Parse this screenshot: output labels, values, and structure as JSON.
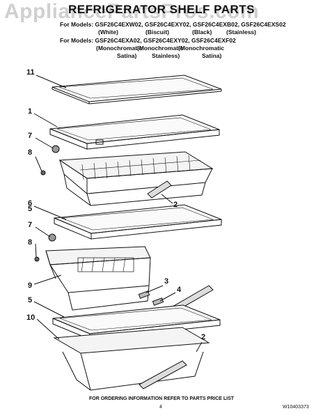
{
  "title": "REFRIGERATOR SHELF PARTS",
  "watermark": "AppliancePartsPros.com",
  "models_line1": "For Models: GSF26C4EXW02, GSF26C4EXY02, GSF26C4EXB02, GSF26C4EXS02",
  "models_line1_colors": [
    "(White)",
    "(Biscuit)",
    "(Black)",
    "(Stainless)"
  ],
  "models_line2": "For Models: GSF26C4EXA02, GSF26C4EXY02, GSF26C4EXF02",
  "models_line2_sub1": [
    "(Monochromatic",
    "(Monochromatic",
    "(Monochromatic"
  ],
  "models_line2_sub2": [
    "Satina)",
    "Stainless)",
    "Satina)"
  ],
  "callouts": [
    "11",
    "1",
    "7",
    "8",
    "2",
    "6",
    "5",
    "7",
    "8",
    "9",
    "3",
    "4",
    "5",
    "10",
    "2"
  ],
  "footer": "FOR ORDERING INFORMATION REFER TO PARTS PRICE LIST",
  "page_number": "4",
  "doc_id": "W10403373"
}
